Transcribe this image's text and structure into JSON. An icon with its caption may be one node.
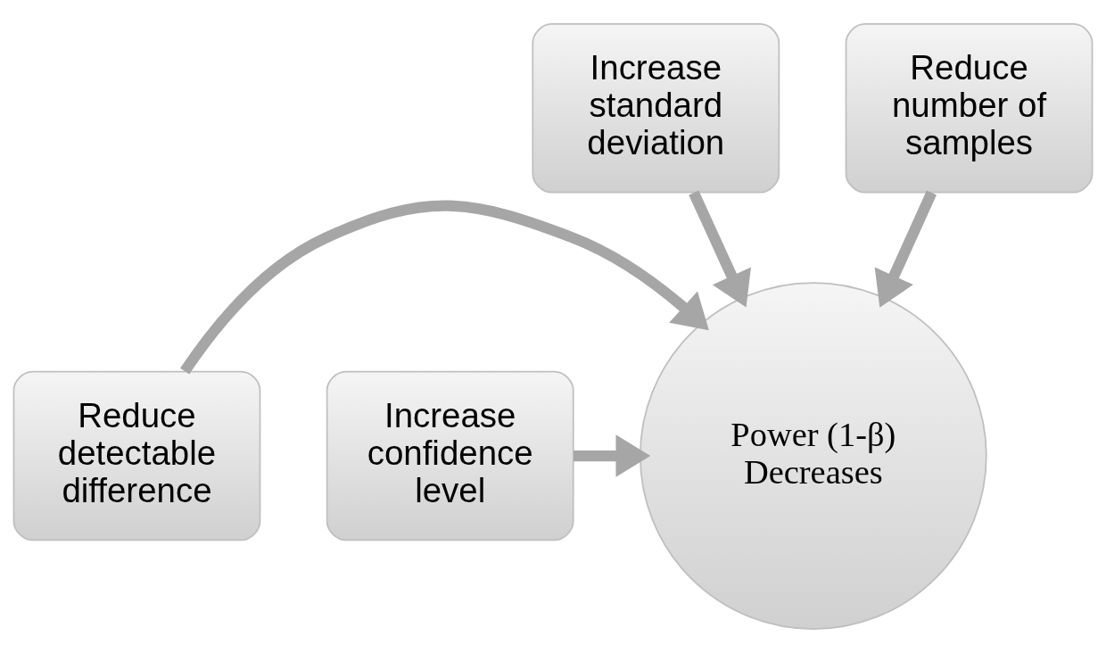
{
  "diagram": {
    "nodes": [
      {
        "text": [
          "Increase standard deviation"
        ]
      },
      {
        "text": [
          "Reduce number of samples"
        ]
      },
      {
        "text": [
          "Reduce detectable difference"
        ]
      },
      {
        "text": [
          "Increase confidence level"
        ]
      },
      {
        "text": [
          "Power (1-β) Decreases"
        ]
      }
    ],
    "edges": [
      {
        "from": 0,
        "to": 4,
        "arrow": "to"
      },
      {
        "from": 1,
        "to": 4,
        "arrow": "to"
      },
      {
        "from": 2,
        "to": 4,
        "arrow": "to"
      },
      {
        "from": 3,
        "to": 4,
        "arrow": "to"
      }
    ]
  }
}
